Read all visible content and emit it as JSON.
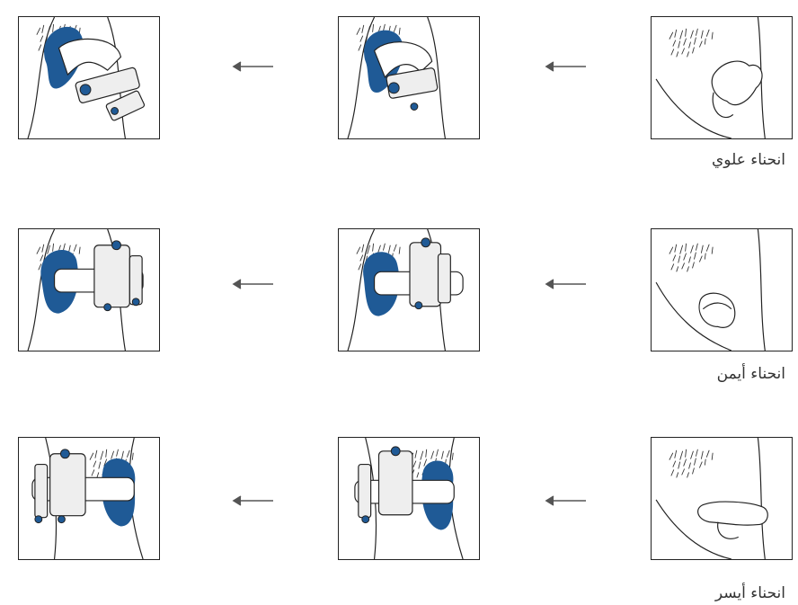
{
  "rows": [
    {
      "label": "انحناء علوي",
      "variant": "upward",
      "device_side": "left"
    },
    {
      "label": "انحناء أيمن",
      "variant": "right",
      "device_side": "left"
    },
    {
      "label": "انحناء أيسر",
      "variant": "left",
      "device_side": "right"
    }
  ],
  "colors": {
    "pad_blue": "#1f5a96",
    "outline": "#222222",
    "arrow": "#555555"
  },
  "icons": {
    "arrow": "left-arrow-icon"
  }
}
